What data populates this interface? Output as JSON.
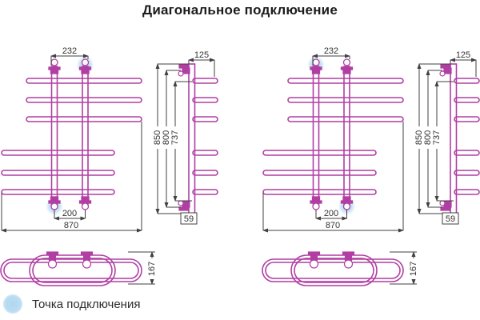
{
  "title": "Диагональное подключение",
  "legend": {
    "label": "Точка подключения"
  },
  "dimensions": {
    "top_pipe_spacing": "232",
    "side_depth": "125",
    "height_total": "850",
    "height_mid": "800",
    "height_inner": "737",
    "wall_offset": "59",
    "bottom_pipe_spacing": "200",
    "total_width": "870",
    "top_view_depth": "167"
  },
  "colors": {
    "pipe": "#b13fa3",
    "dimension": "#404040",
    "connection_highlight": "#b9dcf2"
  }
}
